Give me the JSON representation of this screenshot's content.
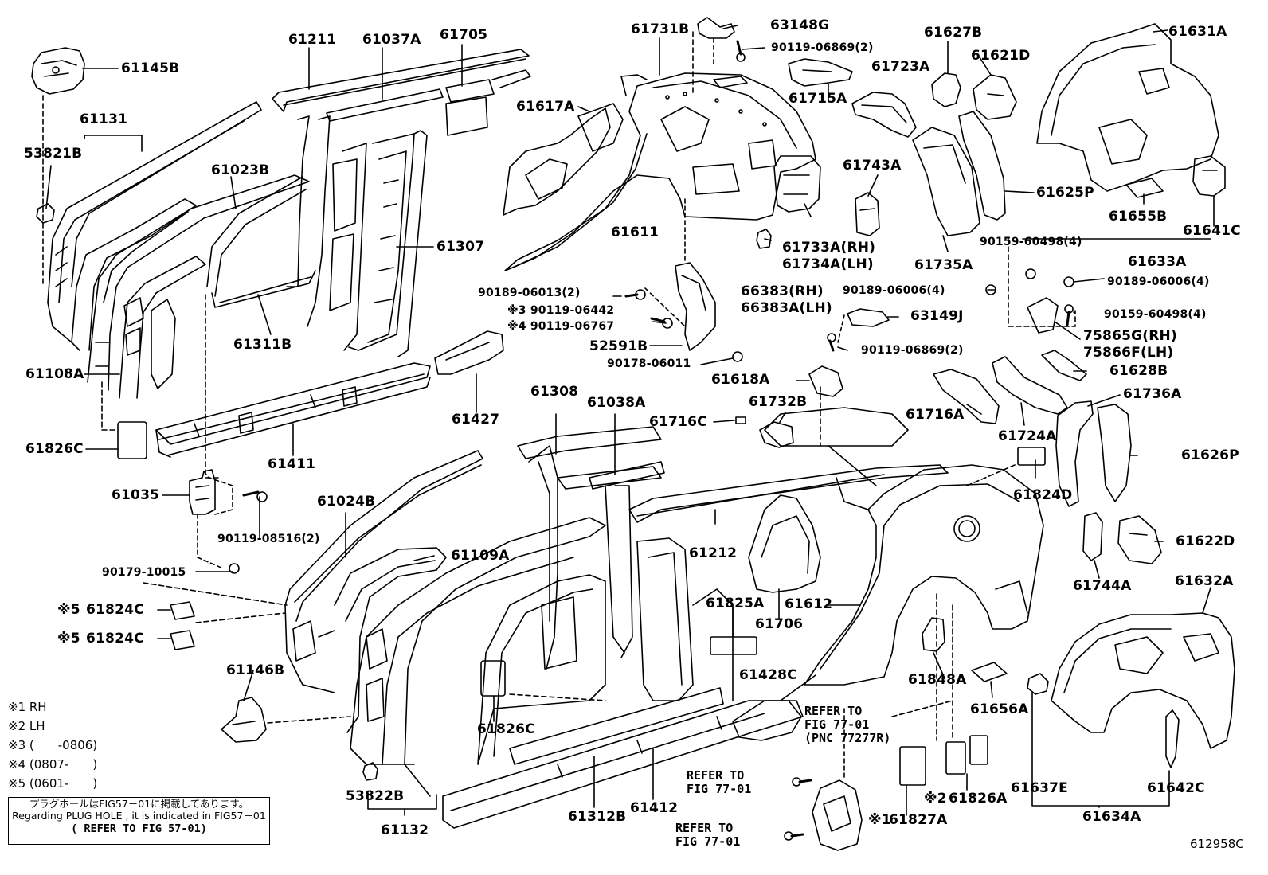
{
  "labels": {
    "p61145B": "61145B",
    "p61131": "61131",
    "p53821B": "53821B",
    "p61211": "61211",
    "p61037A": "61037A",
    "p61705": "61705",
    "p61023B": "61023B",
    "p61108A": "61108A",
    "p61311B": "61311B",
    "p61307": "61307",
    "p61826C_a": "61826C",
    "p61411": "61411",
    "p61035": "61035",
    "p90119_08516": "90119-08516(2)",
    "p90179_10015": "90179-10015",
    "p61427": "61427",
    "p61617A": "61617A",
    "p61731B": "61731B",
    "p63148G": "63148G",
    "p90119_06869_a": "90119-06869(2)",
    "p61715A": "61715A",
    "p61611": "61611",
    "p90189_06013": "90189-06013(2)",
    "p90119_06442": "※3 90119-06442",
    "p90119_06767": "※4 90119-06767",
    "p52591B": "52591B",
    "p90178_06011": "90178-06011",
    "p61627B": "61627B",
    "p61723A": "61723A",
    "p61621D": "61621D",
    "p61631A": "61631A",
    "p61743A": "61743A",
    "p61733A": "61733A(RH)",
    "p61734A": "61734A(LH)",
    "p66383": "66383(RH)",
    "p66383A": "66383A(LH)",
    "p61735A": "61735A",
    "p61625P": "61625P",
    "p61655B": "61655B",
    "p61641C": "61641C",
    "p90159_60498_a": "90159-60498(4)",
    "p61633A": "61633A",
    "p90189_06006_a": "90189-06006(4)",
    "p90189_06006_b": "90189-06006(4)",
    "p90159_60498_b": "90159-60498(4)",
    "p63149J": "63149J",
    "p90119_06869_b": "90119-06869(2)",
    "p75865G": "75865G(RH)",
    "p75866F": "75866F(LH)",
    "p61618A": "61618A",
    "p61628B": "61628B",
    "p61716A": "61716A",
    "p61736A": "61736A",
    "p61724A": "61724A",
    "p61626P": "61626P",
    "p61308": "61308",
    "p61038A": "61038A",
    "p61716C": "61716C",
    "p61732B": "61732B",
    "p61824D": "61824D",
    "p61024B": "61024B",
    "p61109A": "61109A",
    "p61212": "61212",
    "p61824C_a": "61824C",
    "p61824C_b": "61824C",
    "p61825A": "61825A",
    "p61612": "61612",
    "p61706": "61706",
    "p61622D": "61622D",
    "p61744A": "61744A",
    "p61632A": "61632A",
    "p61146B": "61146B",
    "p61428C": "61428C",
    "p61848A": "61848A",
    "p61656A": "61656A",
    "p61826C_b": "61826C",
    "p53822B": "53822B",
    "p61132": "61132",
    "p61312B": "61312B",
    "p61412": "61412",
    "p61826A": "61826A",
    "p61827A": "61827A",
    "p61637E": "61637E",
    "p61642C": "61642C",
    "p61634A": "61634A"
  },
  "marks": {
    "m5a": "※5",
    "m5b": "※5",
    "m2": "※2",
    "m1": "※1"
  },
  "refers": {
    "r1": "REFER TO\nFIG 77-01\n(PNC 77277R)",
    "r2": "REFER TO\nFIG 77-01",
    "r3": "REFER TO\nFIG 77-01"
  },
  "notes": {
    "n1": "※1 RH",
    "n2": "※2 LH",
    "n3": "※3 (　　-0806)",
    "n4": "※4 (0807-　　)",
    "n5": "※5 (0601-　　)"
  },
  "plug": {
    "jp": "プラグホールはFIG57－01に掲載してあります。",
    "en": "Regarding PLUG HOLE , it is indicated in FIG57－01",
    "ref": "( REFER TO FIG 57-01)"
  },
  "figure_id": "612958C"
}
